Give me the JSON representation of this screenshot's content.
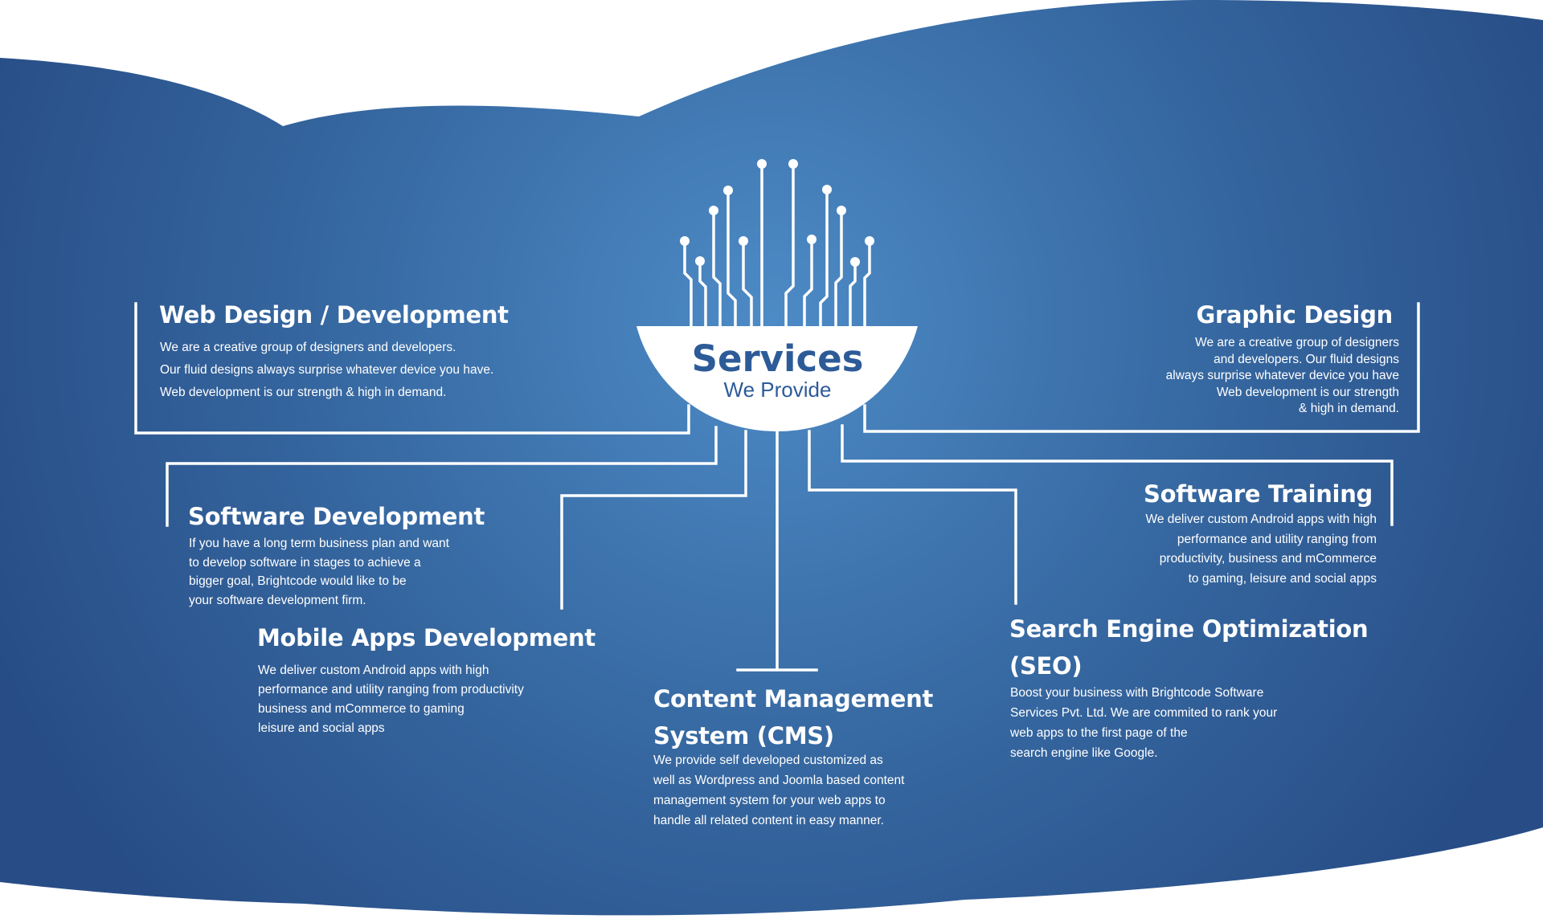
{
  "center": {
    "title": "Services",
    "subtitle": "We Provide"
  },
  "services": [
    {
      "id": "web",
      "title": "Web Design / Development",
      "lines": [
        "We are a creative group of designers and developers.",
        "Our fluid designs always surprise whatever device you have.",
        "Web development is our strength & high in demand."
      ]
    },
    {
      "id": "graphic",
      "title": "Graphic Design",
      "lines": [
        "We are a creative group of designers",
        "and developers. Our fluid designs",
        "always surprise whatever device you have",
        "Web development is our strength",
        "& high in demand."
      ]
    },
    {
      "id": "software-dev",
      "title": "Software Development",
      "lines": [
        "If you have a long term business plan and want",
        "to develop software in stages to achieve a",
        "bigger goal, Brightcode would like to be",
        "your software development firm."
      ]
    },
    {
      "id": "software-training",
      "title": "Software Training",
      "lines": [
        "We deliver custom Android apps with high",
        "performance and utility ranging from",
        "productivity, business and mCommerce",
        "to gaming, leisure and social apps"
      ]
    },
    {
      "id": "mobile",
      "title": "Mobile Apps Development",
      "lines": [
        "We deliver custom Android apps with high",
        "performance and utility ranging from productivity",
        "business and mCommerce to gaming",
        "leisure and social apps"
      ]
    },
    {
      "id": "seo",
      "title": "Search Engine Optimization (SEO)",
      "lines": [
        "Boost your business with Brightcode Software",
        "Services Pvt. Ltd. We are commited to rank your",
        "web apps to the first page of the",
        "search engine like Google."
      ]
    },
    {
      "id": "cms",
      "title": "Content Management System (CMS)",
      "lines": [
        "We provide self developed customized as",
        "well as Wordpress and Joomla based content",
        "management system for your web apps to",
        "handle all related content in easy manner."
      ]
    }
  ],
  "colors": {
    "bg_center": "#4d8bc6",
    "bg_edge": "#284d86",
    "bowl": "#ffffff",
    "text": "#ffffff",
    "accent": "#2d5b98"
  }
}
